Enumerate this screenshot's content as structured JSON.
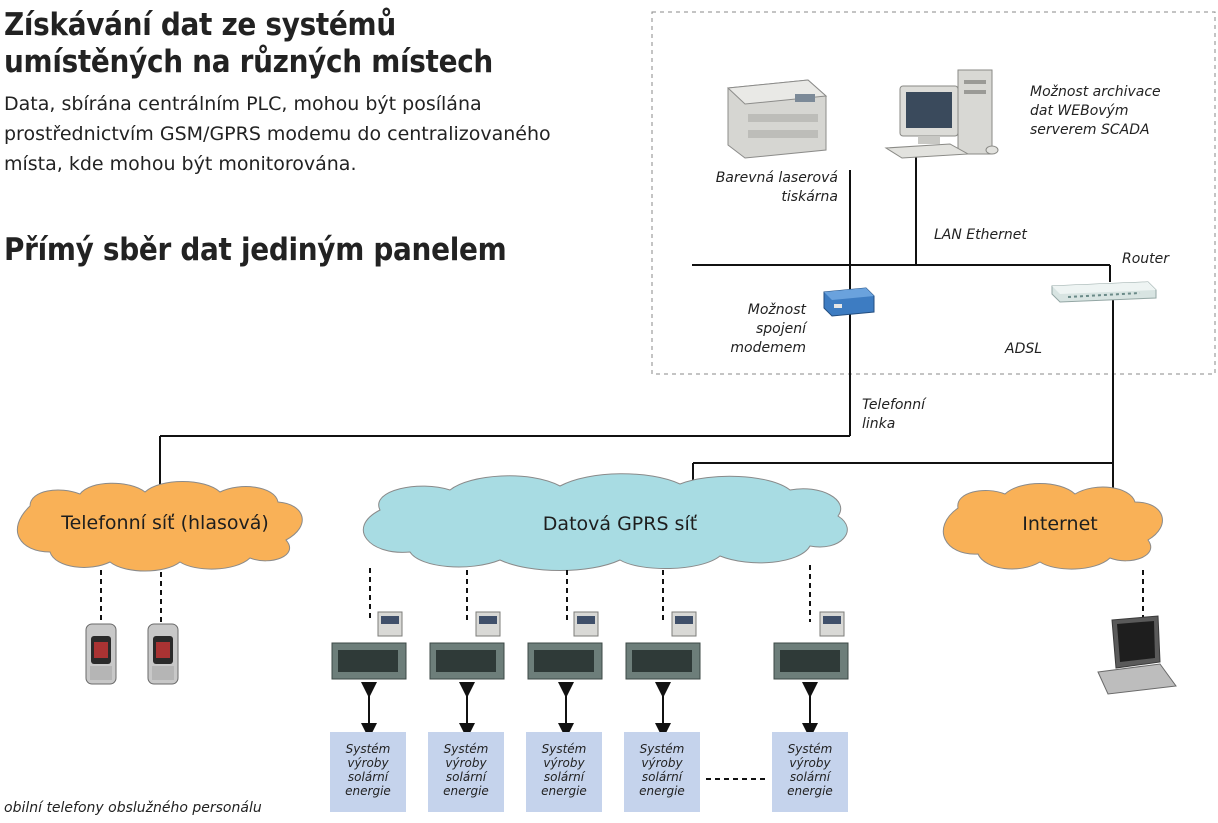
{
  "heading1_line1": "Získávání dat ze systémů",
  "heading1_line2": "umístěných na různých místech",
  "paragraph_lines": [
    "Data, sbírána centrálním PLC, mohou být posílána",
    "prostřednictvím GSM/GPRS modemu do centralizovaného",
    "místa, kde mohou být monitorována."
  ],
  "heading2": "Přímý sběr dat jediným panelem",
  "labels": {
    "archive": [
      "Možnost archivace",
      "dat WEBovým",
      "serverem SCADA"
    ],
    "printer": [
      "Barevná laserová",
      "tiskárna"
    ],
    "lan": "LAN Ethernet",
    "router": "Router",
    "modem": [
      "Možnost",
      "spojení",
      "modemem"
    ],
    "adsl": "ADSL",
    "phone_line": [
      "Telefonní",
      "linka"
    ],
    "phones_caption": "obilní telefony obslužného personálu"
  },
  "clouds": {
    "voice": "Telefonní síť (hlasová)",
    "gprs": "Datová GPRS síť",
    "internet": "Internet"
  },
  "solar_label": [
    "Systém",
    "výroby",
    "solární",
    "energie"
  ],
  "colors": {
    "cloud_orange": "#f9b157",
    "cloud_blue": "#a8dce3",
    "solar_box": "#c5d3ec",
    "dashed_border": "#8a8a8a"
  }
}
